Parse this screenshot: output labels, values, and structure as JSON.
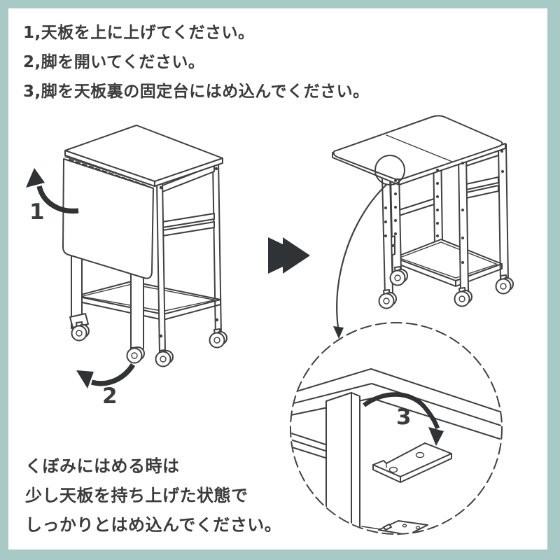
{
  "colors": {
    "background": "#a8cac7",
    "panel": "#ffffff",
    "line": "#404040",
    "arrow": "#2f3335",
    "text": "#3b3b3b"
  },
  "instructions": {
    "lines": [
      "1,天板を上に上げてください。",
      "2,脚を開いてください。",
      "3,脚を天板裏の固定台にはめ込んでください。"
    ]
  },
  "note": {
    "lines": [
      "くぼみにはめる時は",
      "少し天板を持ち上げた状態で",
      "しっかりとはめ込んでください。"
    ]
  },
  "diagram": {
    "step_labels": [
      "1",
      "2",
      "3"
    ],
    "icons": {
      "step1_arrow": "curved-up-arrow",
      "step2_arrow": "curved-left-arrow",
      "transform_arrow": "double-chevron-right",
      "callout_pointer": "curved-down-arrow",
      "step3_arrow": "curved-insert-arrow",
      "callout": "dashed-detail-circle"
    }
  }
}
